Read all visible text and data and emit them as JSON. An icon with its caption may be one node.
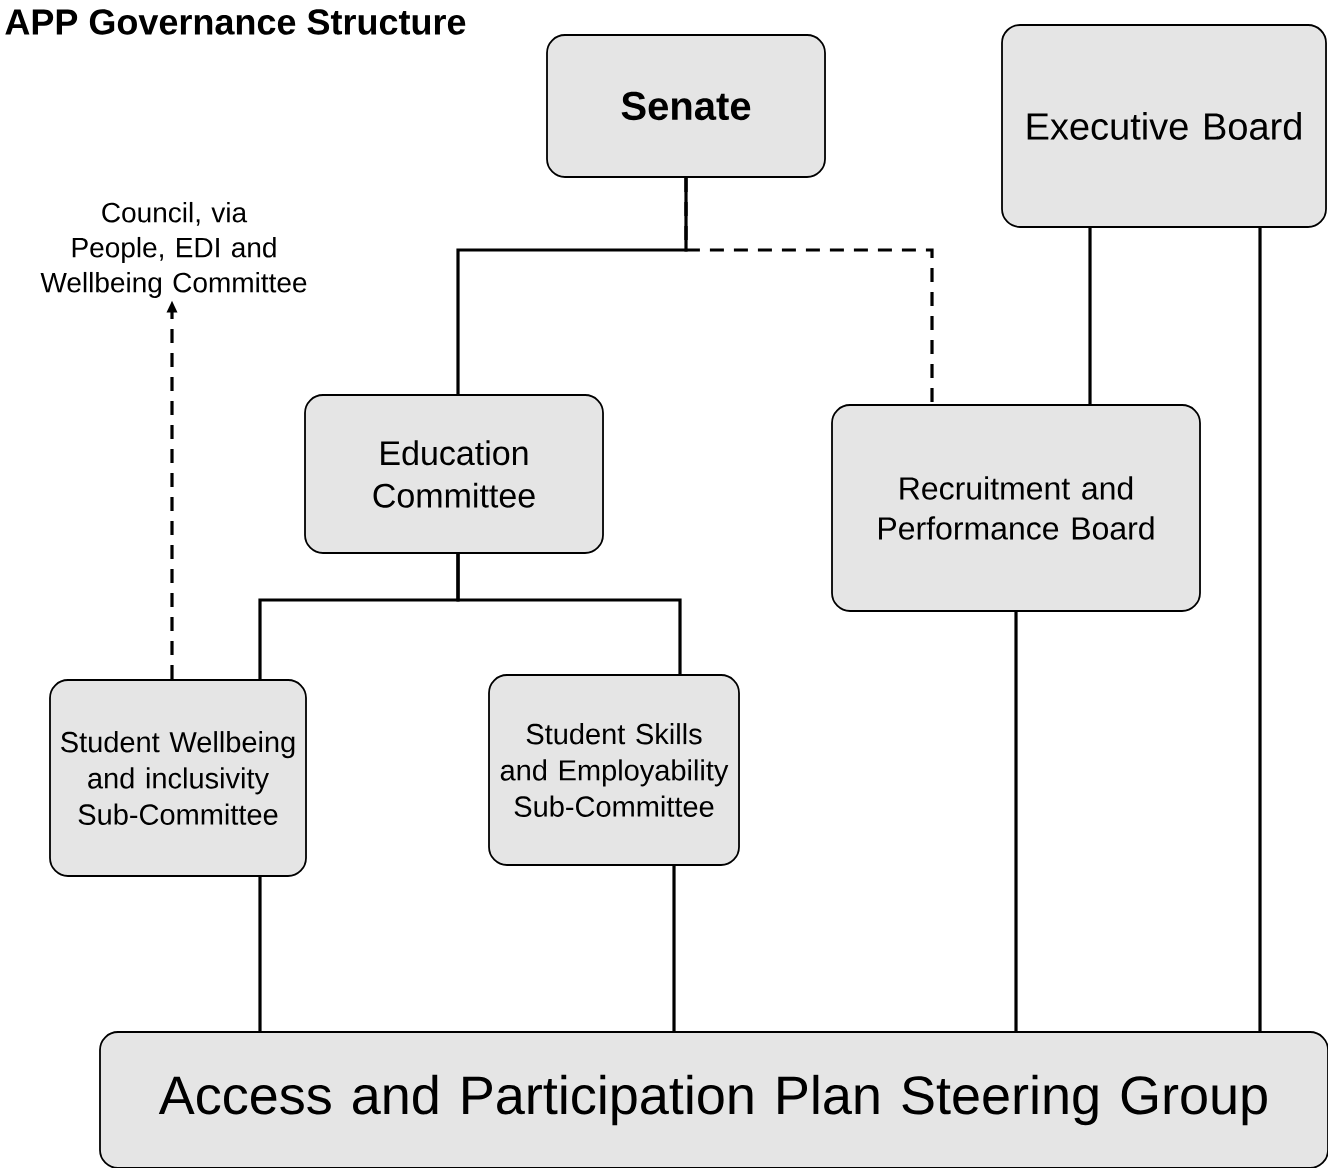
{
  "diagram": {
    "title": "APP Governance Structure",
    "nodes": [
      {
        "text": [
          "Senate"
        ]
      },
      {
        "text": [
          "Executive Board"
        ]
      },
      {
        "text": [
          "Council, via People, EDI and Wellbeing Committee"
        ]
      },
      {
        "text": [
          "Education Committee"
        ]
      },
      {
        "text": [
          "Recruitment and Performance Board"
        ]
      },
      {
        "text": [
          "Student Wellbeing and inclusivity Sub-Committee"
        ]
      },
      {
        "text": [
          "Student Skills and Employability Sub-Committee"
        ]
      },
      {
        "text": [
          "Access and Participation Plan Steering Group"
        ]
      }
    ],
    "edges": [
      {
        "from": 0,
        "to": 3,
        "arrow": "none"
      },
      {
        "from": 0,
        "to": 4,
        "arrow": "none",
        "style": "dashed"
      },
      {
        "from": 1,
        "to": 4,
        "arrow": "none"
      },
      {
        "from": 3,
        "to": 5,
        "arrow": "none"
      },
      {
        "from": 3,
        "to": 6,
        "arrow": "none"
      },
      {
        "from": 5,
        "to": 2,
        "arrow": "to",
        "style": "dashed"
      },
      {
        "from": 5,
        "to": 7,
        "arrow": "none"
      },
      {
        "from": 6,
        "to": 7,
        "arrow": "none"
      },
      {
        "from": 4,
        "to": 7,
        "arrow": "none"
      },
      {
        "from": 1,
        "to": 7,
        "arrow": "none"
      }
    ]
  }
}
